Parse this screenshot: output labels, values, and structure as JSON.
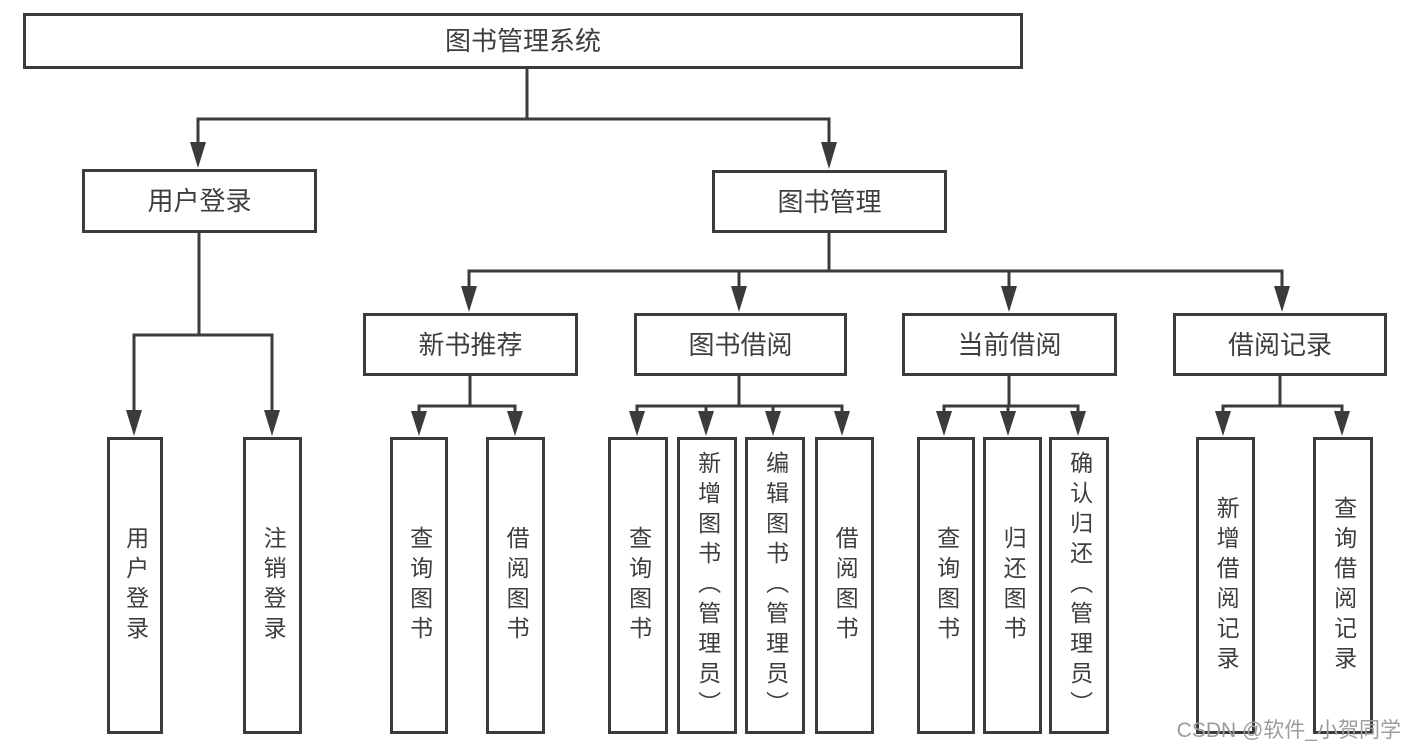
{
  "colors": {
    "line": "#3b3b3b",
    "box_border": "#3b3b3b",
    "box_fill": "#ffffff",
    "text": "#3e3e3e",
    "watermark": "#9c9c9c",
    "background": "#ffffff"
  },
  "tree": {
    "root": {
      "label": "图书管理系统"
    },
    "branches": [
      {
        "label": "用户登录",
        "leaves": [
          "用户登录",
          "注销登录"
        ]
      },
      {
        "label": "图书管理",
        "groups": [
          {
            "label": "新书推荐",
            "leaves": [
              "查询图书",
              "借阅图书"
            ]
          },
          {
            "label": "图书借阅",
            "leaves": [
              "查询图书",
              "新增图书（管理员）",
              "编辑图书（管理员）",
              "借阅图书"
            ]
          },
          {
            "label": "当前借阅",
            "leaves": [
              "查询图书",
              "归还图书",
              "确认归还（管理员）"
            ]
          },
          {
            "label": "借阅记录",
            "leaves": [
              "新增借阅记录",
              "查询借阅记录"
            ]
          }
        ]
      }
    ]
  },
  "watermark": "CSDN @软件_小贺同学"
}
